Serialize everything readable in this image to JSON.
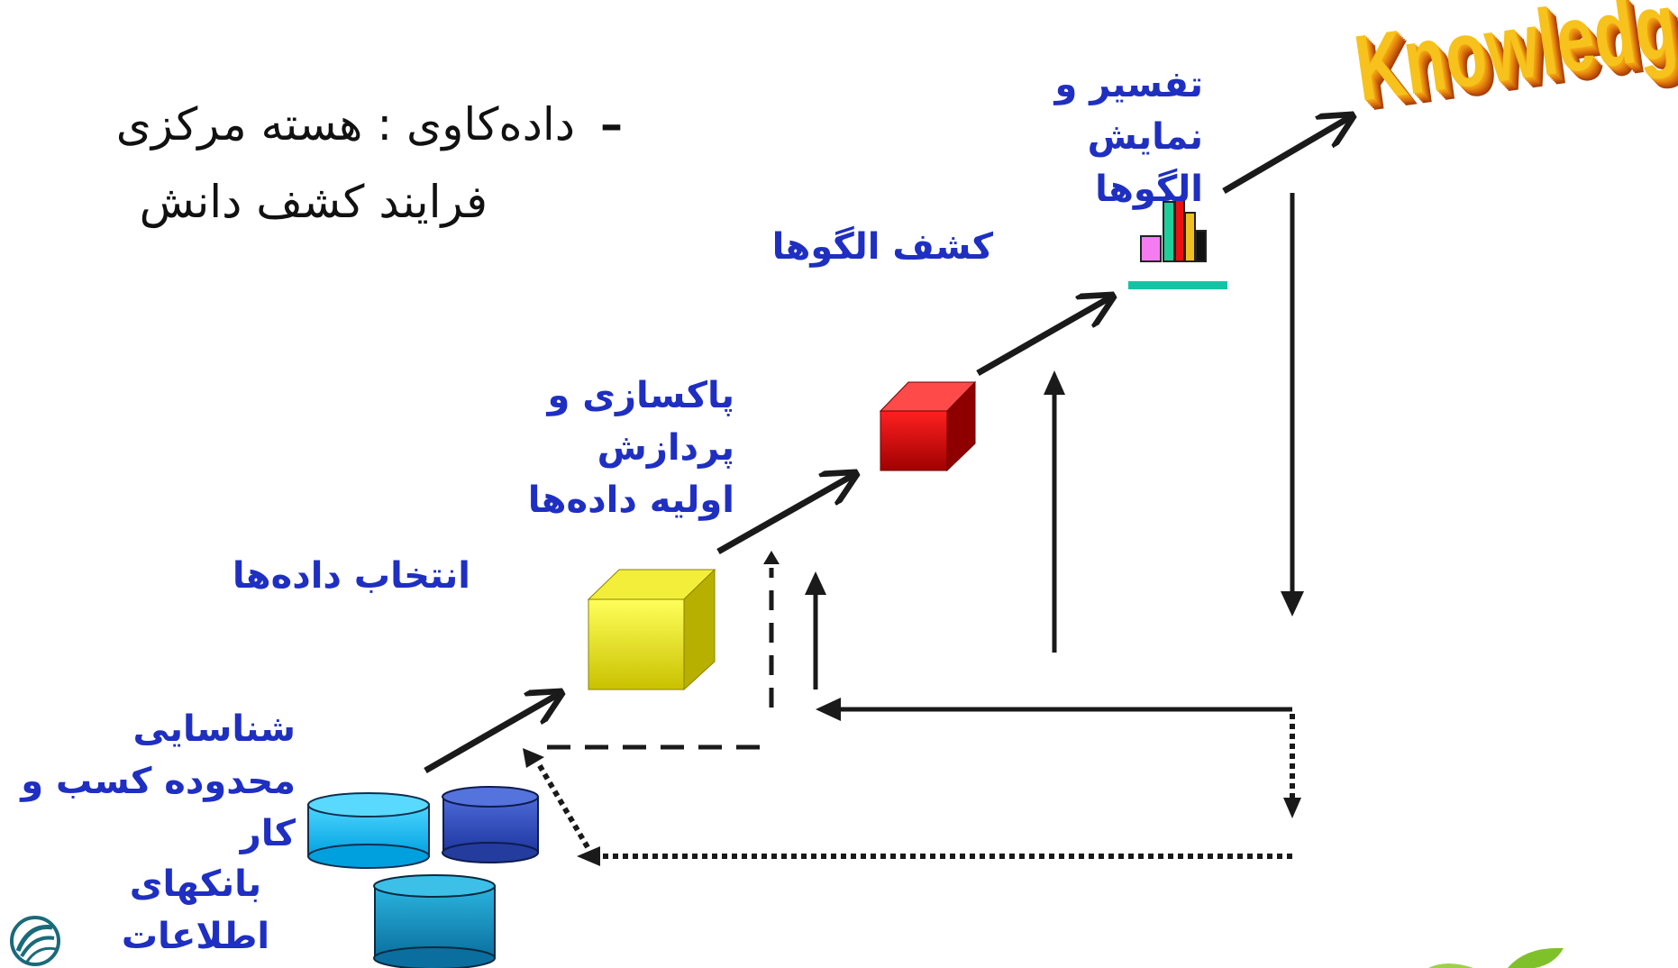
{
  "slide": {
    "heading": {
      "line1": "داده‌کاوی : هسته مرکزی",
      "dash": "–",
      "line2": "فرایند کشف دانش"
    }
  },
  "stages": {
    "databases": "بانکهای اطلاعات",
    "business_understanding": "شناسایی محدوده کسب و کار",
    "data_selection": "انتخاب داده‌ها",
    "cleaning_preprocessing": "پاکسازی و پردازش اولیه داده‌ها",
    "pattern_discovery": "کشف الگوها",
    "interpretation": "تفسیر و نمایش الگوها"
  },
  "knowledge": {
    "label": "Knowledge"
  },
  "colors": {
    "label_blue": "#1e2fc2",
    "arrow": "#1a1a1a",
    "cube_selection": "#e8e000",
    "cube_processing": "#d40000",
    "db_light": "#00b4ee",
    "db_dark": "#2a44b8",
    "db_teal": "#0a8fbf",
    "knowledge_gold": "#f6c21b",
    "knowledge_shadow": "#c0560a"
  },
  "icons": {
    "pattern_chart": "bar-chart-icon",
    "left_logo": "swirl-logo-icon",
    "right_logo": "leaf-logo-icon"
  }
}
